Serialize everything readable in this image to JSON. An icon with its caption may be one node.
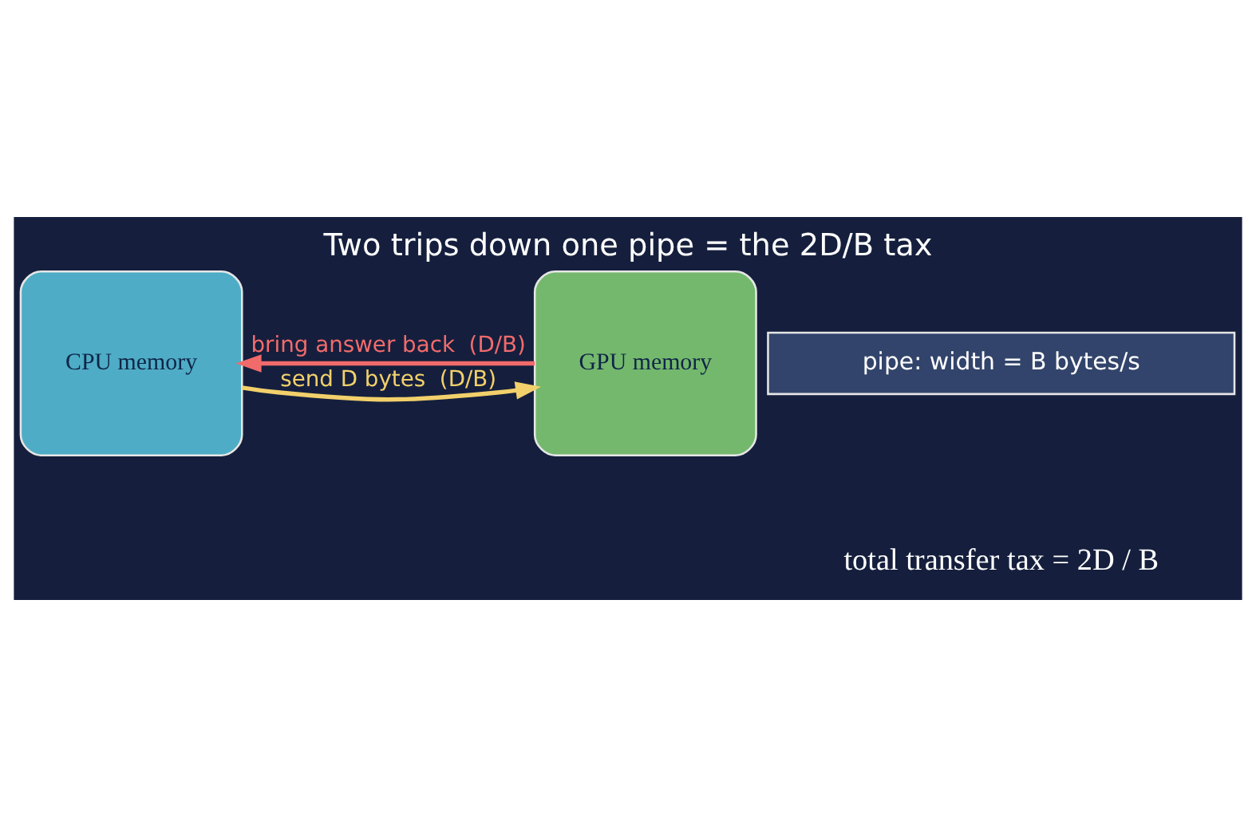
{
  "diagram": {
    "title": "Two trips down one pipe = the 2D/B tax",
    "nodes": [
      {
        "text": [
          "CPU memory"
        ]
      },
      {
        "text": [
          "pipe: width = B bytes/s"
        ]
      },
      {
        "text": [
          "GPU memory"
        ]
      }
    ],
    "edges": [
      {
        "from": 0,
        "to": 2,
        "arrow": "to",
        "label": "send D bytes  (D/B)",
        "color": "#f2d06b"
      },
      {
        "from": 2,
        "to": 0,
        "arrow": "to",
        "label": "bring answer back  (D/B)",
        "color": "#f26b6b"
      }
    ],
    "labels": [
      "total transfer tax = 2D / B"
    ]
  }
}
